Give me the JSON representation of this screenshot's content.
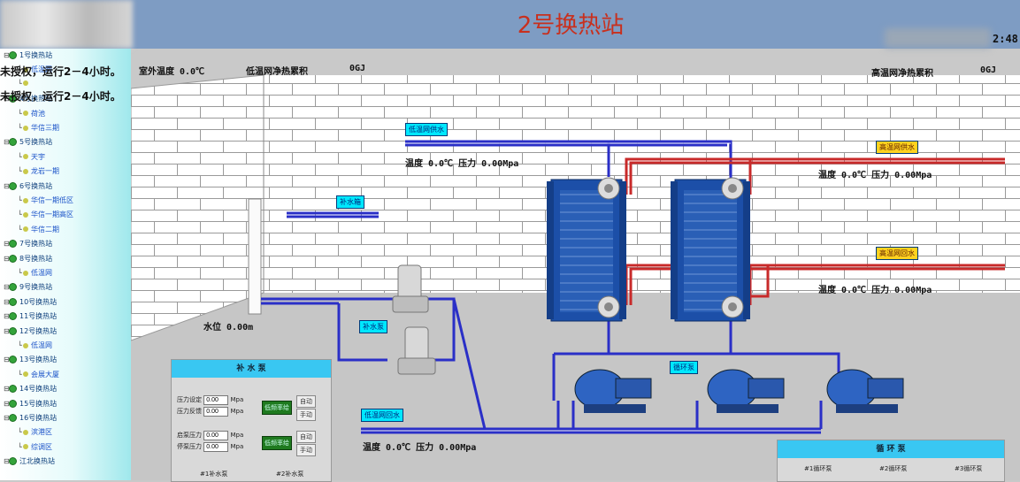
{
  "header": {
    "title": "2号换热站",
    "clock": "2:48"
  },
  "warnings": [
    "未授权，运行2－4小时。",
    "未授权，运行2－4小时。"
  ],
  "sidebar": {
    "items": [
      {
        "label": "1号换热站",
        "level": 0
      },
      {
        "label": "低温网",
        "level": 1
      },
      {
        "label": "",
        "level": 1
      },
      {
        "label": "4号换热站",
        "level": 0
      },
      {
        "label": "荷池",
        "level": 1
      },
      {
        "label": "华信三期",
        "level": 1
      },
      {
        "label": "5号换热站",
        "level": 0
      },
      {
        "label": "天宇",
        "level": 1
      },
      {
        "label": "龙岩一期",
        "level": 1
      },
      {
        "label": "6号换热站",
        "level": 0
      },
      {
        "label": "华信一期低区",
        "level": 1
      },
      {
        "label": "华信一期高区",
        "level": 1
      },
      {
        "label": "华信二期",
        "level": 1
      },
      {
        "label": "7号换热站",
        "level": 0
      },
      {
        "label": "8号换热站",
        "level": 0
      },
      {
        "label": "低温网",
        "level": 1
      },
      {
        "label": "9号换热站",
        "level": 0
      },
      {
        "label": "10号换热站",
        "level": 0
      },
      {
        "label": "11号换热站",
        "level": 0
      },
      {
        "label": "12号换热站",
        "level": 0
      },
      {
        "label": "低温网",
        "level": 1
      },
      {
        "label": "13号换热站",
        "level": 0
      },
      {
        "label": "会展大厦",
        "level": 1
      },
      {
        "label": "14号换热站",
        "level": 0
      },
      {
        "label": "15号换热站",
        "level": 0
      },
      {
        "label": "16号换热站",
        "level": 0
      },
      {
        "label": "滨港区",
        "level": 1
      },
      {
        "label": "综调区",
        "level": 1
      },
      {
        "label": "江北换热站",
        "level": 0
      }
    ]
  },
  "stats": {
    "outdoor_temp": "室外温度  0.0℃",
    "low_heat": "低温网净热累积",
    "low_heat_value": "0GJ",
    "high_heat": "高温网净热累积",
    "high_heat_value": "0GJ"
  },
  "tags": {
    "low_supply": "低温网供水",
    "make_water_tank": "补水箱",
    "high_supply": "高温网供水",
    "high_return": "高温网回水",
    "make_pump": "补水泵",
    "circ_pump": "循环泵",
    "low_return": "低温网回水"
  },
  "readings": {
    "low_supply_reading": "温度  0.0℃  压力 0.00Mpa",
    "high_supply_reading": "温度  0.0℃   压力 0.00Mpa",
    "high_return_reading": "温度  0.0℃  压力 0.00Mpa",
    "low_return_reading": "温度  0.0℃  压力 0.00Mpa",
    "water_level": "水位  0.00m"
  },
  "makeup_panel": {
    "title": "补 水 泵",
    "set_pressure_label": "压力设定",
    "set_pressure": "0.00",
    "feedback_label": "压力反馈",
    "feedback": "0.00",
    "unit": "Mpa",
    "start_pressure_label": "启泵压力",
    "start_pressure": "0.00",
    "stop_pressure_label": "停泵压力",
    "stop_pressure": "0.00",
    "freq_btn1": "低频率给",
    "freq_btn2": "低频率给",
    "auto": "自动",
    "manual": "手动",
    "pump1": "#1补水泵",
    "pump2": "#2补水泵"
  },
  "circ_panel": {
    "title": "循 环 泵",
    "pump1": "#1循环泵",
    "pump2": "#2循环泵",
    "pump3": "#3循环泵"
  },
  "colors": {
    "header_bg": "#7e9cc3",
    "title_color": "#c8301e",
    "low_pipe": "#2a2fc7",
    "high_pipe": "#c82a2a",
    "exchanger": "#1c4fa8"
  }
}
